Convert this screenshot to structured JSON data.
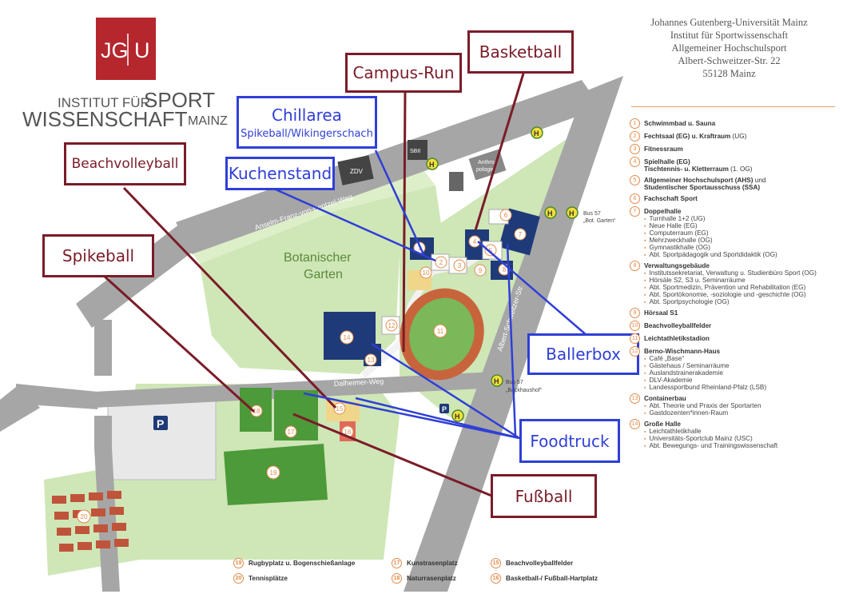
{
  "logo": {
    "mark_left": "JG",
    "mark_right": "U",
    "inst_line1_a": "INSTITUT FÜR",
    "inst_line1_b": "SPORT",
    "inst_line2_a": "WISSENSCHAFT",
    "inst_line2_b": "MAINZ"
  },
  "address": [
    "Johannes Gutenberg-Universität Mainz",
    "Institut für Sportwissenschaft",
    "Allgemeiner Hochschulsport",
    "Albert-Schweitzer-Str. 22",
    "55128 Mainz"
  ],
  "map_labels": {
    "garden_line1": "Botanischer",
    "garden_line2": "Garten",
    "street_bentzel": "Anselm-Franz-von-Bentzel-Weg",
    "street_dalheimer": "Dalheimer-Weg",
    "street_schweitzer": "Albert-Schweitzer-Str.",
    "zdv": "ZDV",
    "sbii": "SBII",
    "anthro_line1": "Anthro-",
    "anthro_line2": "pologie",
    "parking": "P",
    "bus_garten_line1": "Bus 57",
    "bus_garten_line2": "„Bot. Garten“",
    "bus_hochhaus_line1": "Bus 57",
    "bus_hochhaus_line2": "„Backhaushof“",
    "bus_stop_symbol": "H"
  },
  "map_numbers": [
    "1",
    "2",
    "3",
    "4",
    "5",
    "6",
    "7",
    "8",
    "9",
    "10",
    "11",
    "12",
    "13",
    "14",
    "15",
    "16",
    "17",
    "18",
    "19",
    "20"
  ],
  "callouts": {
    "basketball": "Basketball",
    "campus_run": "Campus-Run",
    "chillarea": "Chillarea",
    "chillarea_sub": "Spikeball/Wikingerschach",
    "beachvolleyball": "Beachvolleyball",
    "kuchenstand": "Kuchenstand",
    "spikeball": "Spikeball",
    "ballerbox": "Ballerbox",
    "foodtruck": "Foodtruck",
    "fussball": "Fußball"
  },
  "legend": [
    {
      "n": "1",
      "title": "Schwimmbad u. Sauna"
    },
    {
      "n": "2",
      "title": "Fechtsaal (EG) u. Kraftraum",
      "suffix": " (UG)"
    },
    {
      "n": "3",
      "title": "Fitnessraum"
    },
    {
      "n": "4",
      "title": "Spielhalle (EG)",
      "line2": "Tischtennis- u. Kletterraum",
      "line2_suffix": " (1. OG)"
    },
    {
      "n": "5",
      "title": "Allgemeiner Hochschulsport (AHS)",
      "suffix": " und",
      "line2": "Studentischer Sportausschuss (SSA)"
    },
    {
      "n": "6",
      "title": "Fachschaft Sport"
    },
    {
      "n": "7",
      "title": "Doppelhalle",
      "items": [
        "Turnhalle 1+2 (UG)",
        "Neue Halle (EG)",
        "Computerraum (EG)",
        "Mehrzweckhalle (OG)",
        "Gymnastikhalle (OG)",
        "Abt. Sportpädagogik und Sportdidaktik (OG)"
      ]
    },
    {
      "n": "8",
      "title": "Verwaltungsgebäude",
      "items": [
        "Institutssekretariat, Verwaltung u. Studienbüro Sport (OG)",
        "Hörsäle S2, S3 u. Seminarräume",
        "Abt. Sportmedizin, Prävention und Rehabilitation (EG)",
        "Abt. Sportökonomie, -soziologie und -geschichte (OG)",
        "Abt. Sportpsychologie (OG)"
      ]
    },
    {
      "n": "9",
      "title": "Hörsaal S1"
    },
    {
      "n": "10",
      "title": "Beachvolleyballfelder"
    },
    {
      "n": "11",
      "title": "Leichtathletikstadion"
    },
    {
      "n": "12",
      "title": "Berno-Wischmann-Haus",
      "items": [
        "Café „Base“",
        "Gästehaus / Seminarräume",
        "Auslandstrainerakademie",
        "DLV-Akademie",
        "Landessportbund Rheinland-Pfalz (LSB)"
      ]
    },
    {
      "n": "13",
      "title": "Containerbau",
      "items": [
        "Abt. Theorie und Praxis der Sportarten",
        "Gastdozenten*innen-Raum"
      ]
    },
    {
      "n": "14",
      "title": "Große Halle",
      "items": [
        "Leichtathletikhalle",
        "Universitäts-Sportclub Mainz (USC)",
        "Abt. Bewegungs- und Trainingswissenschaft"
      ]
    }
  ],
  "bottom_legend": [
    {
      "n": "19",
      "label": "Rugbyplatz u. Bogenschießanlage"
    },
    {
      "n": "20",
      "label": "Tennisplätze"
    },
    {
      "n": "17",
      "label": "Kunstrasenplatz"
    },
    {
      "n": "18",
      "label": "Naturrasenplatz"
    },
    {
      "n": "15",
      "label": "Beachvolleyballfelder"
    },
    {
      "n": "16",
      "label": "Basketball-/ Fußball-Hartplatz"
    }
  ],
  "colors": {
    "callout_red": "#7a1c28",
    "callout_blue": "#2f3fd6",
    "grass": "#cfe6b7",
    "pitch": "#4c9a3a",
    "road": "#a6a6a6",
    "building": "#1f3a78",
    "track": "#c8643c",
    "accent_orange": "#e28a4a",
    "logo_red": "#b5262d"
  }
}
